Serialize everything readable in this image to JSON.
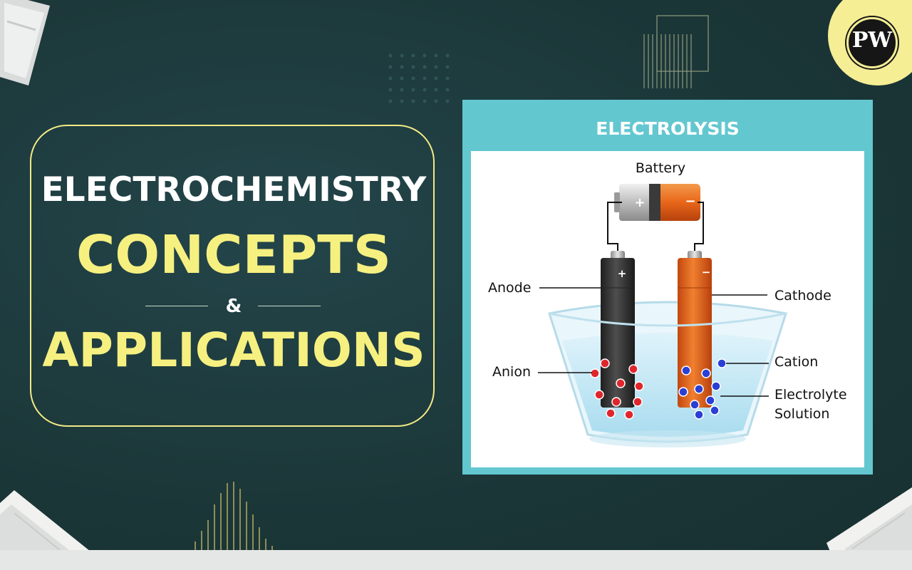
{
  "title": {
    "line1": "ELECTROCHEMISTRY",
    "line2": "CONCEPTS",
    "ampersand": "&",
    "line3": "APPLICATIONS"
  },
  "diagram": {
    "heading": "ELECTROLYSIS",
    "labels": {
      "battery": "Battery",
      "anode": "Anode",
      "cathode": "Cathode",
      "anion": "Anion",
      "cation": "Cation",
      "electrolyte_line1": "Electrolyte",
      "electrolyte_line2": "Solution"
    },
    "battery_plus": "+",
    "battery_minus": "−",
    "anode_sign": "+",
    "cathode_sign": "−"
  },
  "logo": {
    "text": "PW"
  },
  "colors": {
    "background": "#1c3a3b",
    "accent_yellow": "#f6f080",
    "diagram_frame": "#63c7d0",
    "cathode_orange": "#e9661a",
    "anode_dark": "#333333",
    "anion_red": "#e0262d",
    "cation_blue": "#2a3fd6"
  }
}
